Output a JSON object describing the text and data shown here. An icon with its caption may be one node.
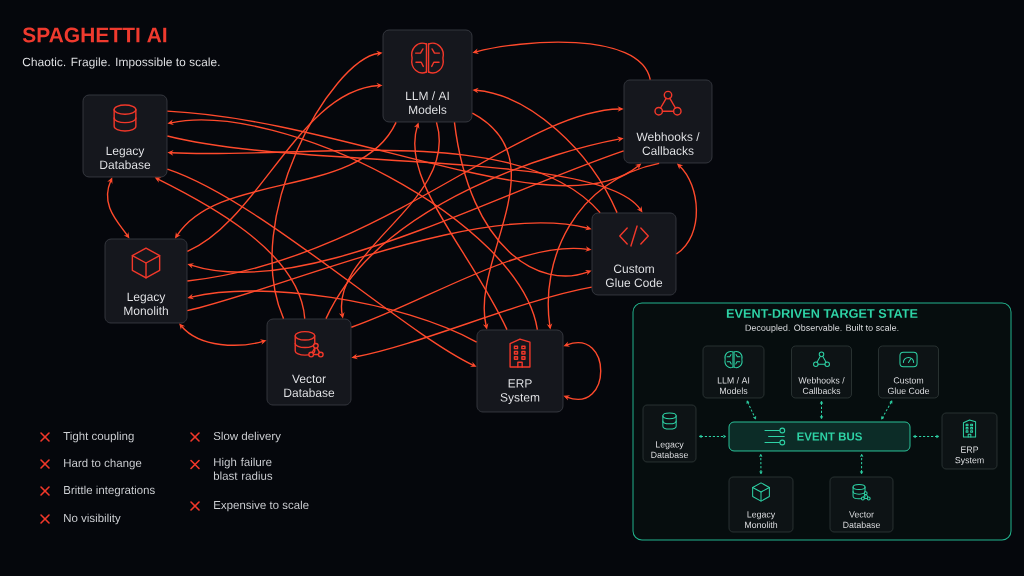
{
  "diagram": {
    "title": "SPAGHETTI AI",
    "nodes": [
      {
        "text": [
          "Legacy Database"
        ]
      },
      {
        "text": [
          "LLM / AI Models"
        ]
      },
      {
        "text": [
          "Webhooks / Callbacks"
        ]
      },
      {
        "text": [
          "Legacy Monolith"
        ]
      },
      {
        "text": [
          "Custom Glue Code"
        ]
      },
      {
        "text": [
          "Vector Database"
        ]
      },
      {
        "text": [
          "ERP System"
        ]
      },
      {
        "text": [
          "EVENT-DRIVEN TARGET STATE",
          "Decoupled. Observable. Built to scale."
        ]
      },
      {
        "text": [
          "LLM / AI Models"
        ],
        "in": 7
      },
      {
        "text": [
          "Webhooks / Callbacks"
        ],
        "in": 7
      },
      {
        "text": [
          "Custom Glue Code"
        ],
        "in": 7
      },
      {
        "text": [
          "Legacy Database"
        ],
        "in": 7
      },
      {
        "text": [
          "EVENT BUS"
        ],
        "in": 7
      },
      {
        "text": [
          "ERP System"
        ],
        "in": 7
      },
      {
        "text": [
          "Legacy Monolith"
        ],
        "in": 7
      },
      {
        "text": [
          "Vector Database"
        ],
        "in": 7
      }
    ],
    "edges": [
      {
        "from": 0,
        "to": 3,
        "arrow": "both"
      },
      {
        "from": 3,
        "to": 5,
        "arrow": "both"
      },
      {
        "from": 4,
        "to": 5,
        "arrow": "to"
      },
      {
        "from": 0,
        "to": 6,
        "arrow": "to"
      },
      {
        "from": 6,
        "to": 6,
        "arrow": "both"
      },
      {
        "from": 4,
        "to": 2,
        "arrow": "to"
      },
      {
        "from": 5,
        "to": 1,
        "arrow": "to"
      },
      {
        "from": 3,
        "to": 1,
        "arrow": "to"
      },
      {
        "from": 2,
        "to": 1,
        "arrow": "to"
      },
      {
        "from": 4,
        "to": 1,
        "arrow": "to"
      },
      {
        "from": 6,
        "to": 1,
        "arrow": "to"
      },
      {
        "from": 3,
        "to": 2,
        "arrow": "to"
      },
      {
        "from": 5,
        "to": 2,
        "arrow": "to"
      },
      {
        "from": 0,
        "to": 2,
        "arrow": "to"
      },
      {
        "from": 0,
        "to": 4,
        "arrow": "to"
      },
      {
        "from": 3,
        "to": 4,
        "arrow": "to"
      },
      {
        "from": 5,
        "to": 4,
        "arrow": "to"
      },
      {
        "from": 1,
        "to": 4,
        "arrow": "to"
      },
      {
        "from": 2,
        "to": 3,
        "arrow": "to"
      },
      {
        "from": 1,
        "to": 3,
        "arrow": "to"
      },
      {
        "from": 6,
        "to": 3,
        "arrow": "to"
      },
      {
        "from": 6,
        "to": 0,
        "arrow": "to"
      },
      {
        "from": 4,
        "to": 0,
        "arrow": "to"
      },
      {
        "from": 5,
        "to": 0,
        "arrow": "to"
      },
      {
        "from": 1,
        "to": 5,
        "arrow": "to"
      },
      {
        "from": 1,
        "to": 6,
        "arrow": "to"
      },
      {
        "from": 2,
        "to": 6,
        "arrow": "to"
      },
      {
        "from": 8,
        "to": 12,
        "arrow": "both",
        "style": "dashed",
        "color": "#2ed3a6"
      },
      {
        "from": 9,
        "to": 12,
        "arrow": "both",
        "style": "dashed",
        "color": "#2ed3a6"
      },
      {
        "from": 10,
        "to": 12,
        "arrow": "both",
        "style": "dashed",
        "color": "#2ed3a6"
      },
      {
        "from": 11,
        "to": 12,
        "arrow": "both",
        "style": "dashed",
        "color": "#2ed3a6"
      },
      {
        "from": 13,
        "to": 12,
        "arrow": "both",
        "style": "dashed",
        "color": "#2ed3a6"
      },
      {
        "from": 14,
        "to": 12,
        "arrow": "both",
        "style": "dashed",
        "color": "#2ed3a6"
      },
      {
        "from": 15,
        "to": 12,
        "arrow": "both",
        "style": "dashed",
        "color": "#2ed3a6"
      }
    ],
    "labels": [
      "Chaotic. Fragile. Impossible to scale.",
      "Tight coupling",
      "Hard to change",
      "Brittle integrations",
      "No visibility",
      "Slow delivery",
      "High failure blast radius",
      "Expensive to scale"
    ]
  }
}
